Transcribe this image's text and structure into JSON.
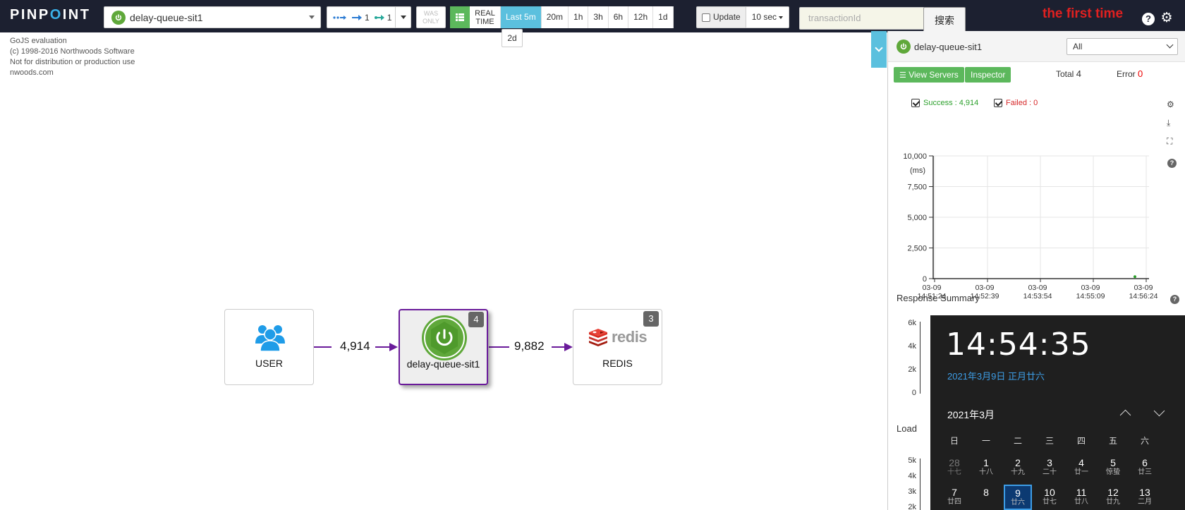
{
  "topbar": {
    "logo": "PINPOINT",
    "app_name": "delay-queue-sit1",
    "depth_in": "1",
    "depth_out": "1",
    "was_only": "WAS ONLY",
    "realtime": "REAL TIME",
    "ranges": [
      "Last 5m",
      "20m",
      "1h",
      "3h",
      "6h",
      "12h",
      "1d"
    ],
    "range_extra": "2d",
    "update_label": "Update",
    "interval": "10 sec",
    "txn_placeholder": "transactionId",
    "search_label": "搜索",
    "banner": "the first time"
  },
  "canvas": {
    "gojs_note": [
      "GoJS evaluation",
      "(c) 1998-2016 Northwoods Software",
      "Not for distribution or production use",
      "nwoods.com"
    ],
    "nodes": {
      "user": {
        "name": "USER"
      },
      "app": {
        "name": "delay-queue-sit1",
        "badge": "4"
      },
      "redis": {
        "name": "REDIS",
        "badge": "3",
        "logo_text": "redis"
      }
    },
    "edges": [
      "4,914",
      "9,882"
    ]
  },
  "panel": {
    "app_name": "delay-queue-sit1",
    "filter": "All",
    "view_servers": "View Servers",
    "inspector": "Inspector",
    "total_label": "Total",
    "total_value": "4",
    "error_label": "Error",
    "error_value": "0",
    "success_legend": "Success : 4,914",
    "failed_legend": "Failed : 0",
    "response_summary": "Response Summary",
    "load": "Load",
    "rs_ticks": [
      "6k",
      "4k",
      "2k",
      "0"
    ],
    "load_ticks": [
      "5k",
      "4k",
      "3k",
      "2k"
    ]
  },
  "chart_data": {
    "type": "scatter",
    "ylabel": "(ms)",
    "y_ticks": [
      "10,000",
      "7,500",
      "5,000",
      "2,500",
      "0"
    ],
    "ylim": [
      0,
      10000
    ],
    "x_ticks": [
      {
        "date": "03-09",
        "time": "14:51:24"
      },
      {
        "date": "03-09",
        "time": "14:52:39"
      },
      {
        "date": "03-09",
        "time": "14:53:54"
      },
      {
        "date": "03-09",
        "time": "14:55:09"
      },
      {
        "date": "03-09",
        "time": "14:56:24"
      }
    ],
    "series": [
      {
        "name": "Success",
        "color": "#2ca02c",
        "points": [
          {
            "x": "14:56:08",
            "y": 40
          }
        ]
      },
      {
        "name": "Failed",
        "color": "#d62728",
        "points": []
      }
    ]
  },
  "flyout": {
    "time": "14:54:35",
    "date": "2021年3月9日 正月廿六",
    "month": "2021年3月",
    "weekdays": [
      "日",
      "一",
      "二",
      "三",
      "四",
      "五",
      "六"
    ],
    "week1": [
      {
        "n": "28",
        "l": "十七",
        "dim": true
      },
      {
        "n": "1",
        "l": "十八"
      },
      {
        "n": "2",
        "l": "十九"
      },
      {
        "n": "3",
        "l": "二十"
      },
      {
        "n": "4",
        "l": "廿一"
      },
      {
        "n": "5",
        "l": "惊蛰"
      },
      {
        "n": "6",
        "l": "廿三"
      }
    ],
    "week2": [
      {
        "n": "7",
        "l": "廿四"
      },
      {
        "n": "8",
        "l": ""
      },
      {
        "n": "9",
        "l": "廿六",
        "today": true
      },
      {
        "n": "10",
        "l": "廿七"
      },
      {
        "n": "11",
        "l": "廿八"
      },
      {
        "n": "12",
        "l": "廿九"
      },
      {
        "n": "13",
        "l": "二月"
      }
    ]
  }
}
